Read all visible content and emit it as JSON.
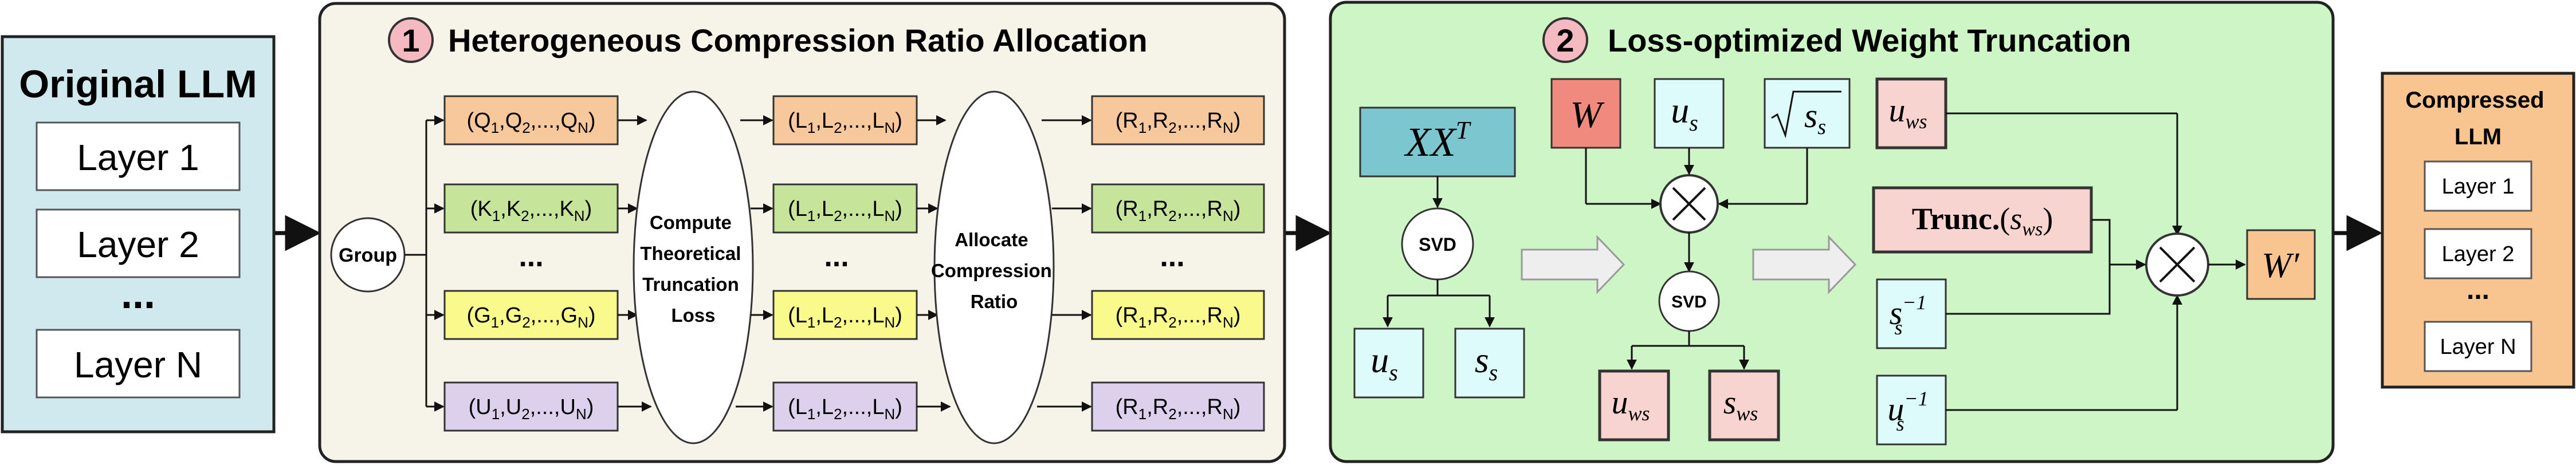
{
  "original": {
    "title": "Original LLM",
    "layers": [
      "Layer 1",
      "Layer 2",
      "Layer N"
    ],
    "ellipsis": "...",
    "bg": "#cfe9ef"
  },
  "stage1": {
    "number": "1",
    "title": "Heterogeneous Compression Ratio Allocation",
    "group_label": "Group",
    "compute_lines": [
      "Compute",
      "Theoretical",
      "Truncation",
      "Loss"
    ],
    "allocate_lines": [
      "Allocate",
      "Compression",
      "Ratio"
    ],
    "ellipsis": "...",
    "inputs": [
      {
        "s": "Q",
        "color": "#f6c89b"
      },
      {
        "s": "K",
        "color": "#c7e59a"
      },
      {
        "s": "G",
        "color": "#fafa8c"
      },
      {
        "s": "U",
        "color": "#dcd0ec"
      }
    ],
    "loss_symbol": "L",
    "ratio_symbol": "R",
    "sub1": "1",
    "sub2": "2",
    "subN": "N",
    "bg": "#f6f3e9"
  },
  "stage2": {
    "number": "2",
    "title": "Loss-optimized Weight Truncation",
    "xxt_base": "XX",
    "xxt_sup": "T",
    "svd_label": "SVD",
    "w_label": "W",
    "u_base": "u",
    "s_base": "s",
    "sub_s": "s",
    "sub_ws": "ws",
    "sup_inv": "−1",
    "trunc_label": "Trunc.",
    "wprime_label": "W′",
    "bg": "#cdf5c6"
  },
  "compressed": {
    "title_lines": [
      "Compressed",
      "LLM"
    ],
    "layers": [
      "Layer 1",
      "Layer 2",
      "Layer N"
    ],
    "ellipsis": "...",
    "bg": "#f8c48f"
  },
  "colors": {
    "badge": "#f4b9c1",
    "xxt": "#7cc6cf",
    "w": "#f08a7e",
    "u_s": "#ddfbfb",
    "ws": "#f8d4d0",
    "trunc": "#f8d4d0",
    "wprime": "#f8c48f"
  }
}
